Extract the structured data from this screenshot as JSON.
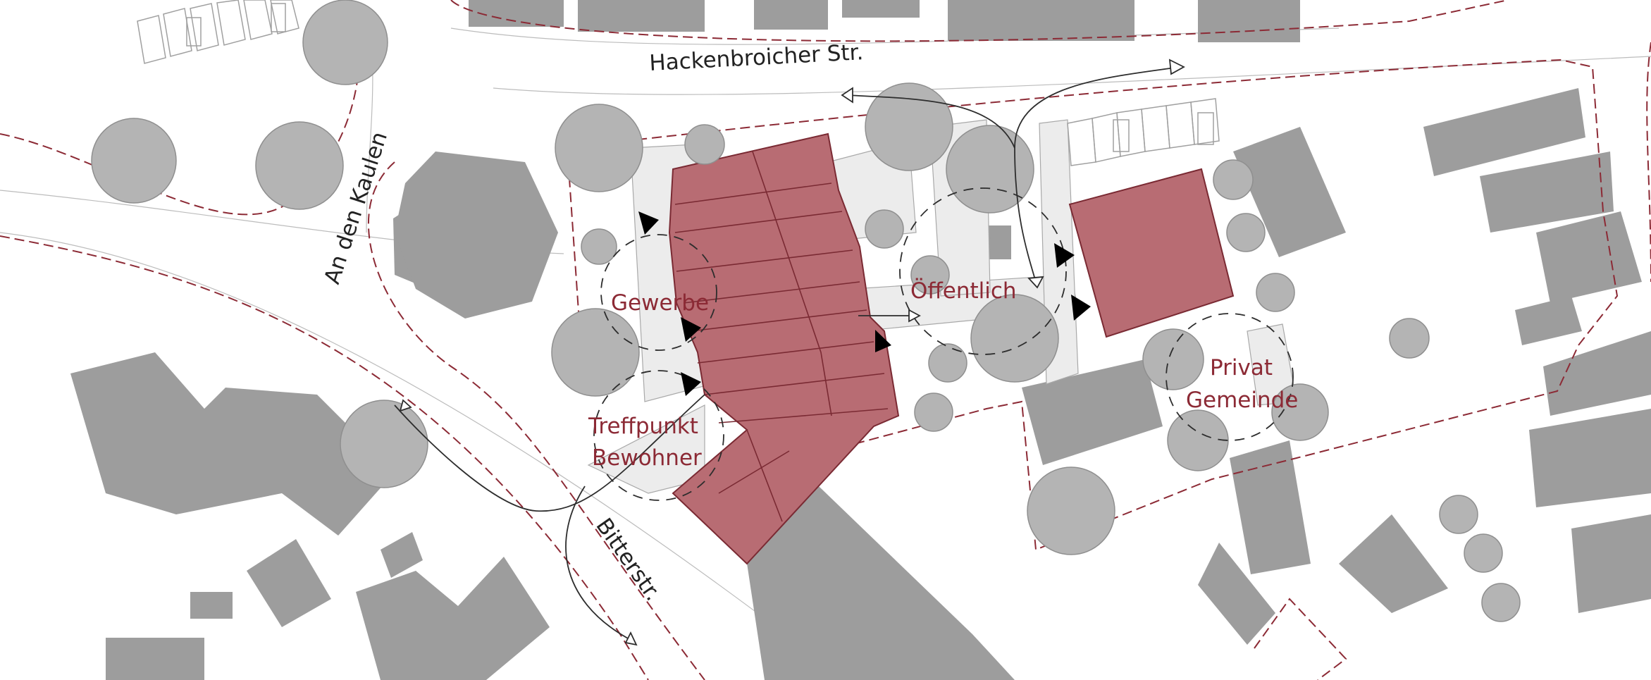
{
  "streets": {
    "hackenbroicher": "Hackenbroicher Str.",
    "an_den_kaulen": "An den Kaulen",
    "bitterstr": "Bitterstr."
  },
  "zones": {
    "gewerbe": "Gewerbe",
    "oeffentlich": "Öffentlich",
    "treffpunkt_line1": "Treffpunkt",
    "treffpunkt_line2": "Bewohner",
    "privat_line1": "Privat",
    "privat_line2": "Gemeinde"
  },
  "colors": {
    "new_building": "#b86c73",
    "existing_building": "#9d9d9d",
    "parcel_line": "#8c2a35",
    "trees": "#b4b4b4"
  },
  "icons": {
    "entrance_marker": "black-triangle-icon",
    "access_arrow": "open-arrow-icon",
    "tree": "tree-canopy-icon"
  }
}
